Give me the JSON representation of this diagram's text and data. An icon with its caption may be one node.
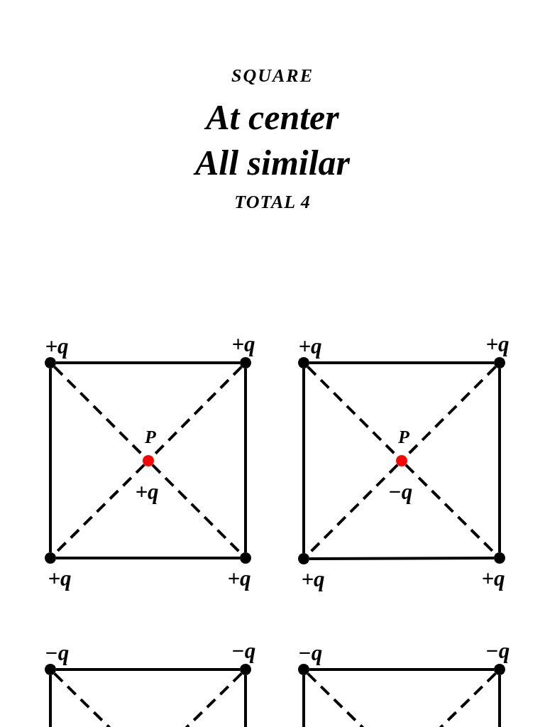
{
  "diagram": {
    "title": "SQUARE",
    "nodes": [
      {
        "text": [
          "+q"
        ]
      },
      {
        "text": [
          "+q"
        ]
      },
      {
        "text": [
          "P",
          "+q"
        ]
      },
      {
        "text": [
          "+q"
        ]
      },
      {
        "text": [
          "+q"
        ]
      },
      {
        "text": [
          "+q"
        ]
      },
      {
        "text": [
          "+q"
        ]
      },
      {
        "text": [
          "P",
          "−q"
        ]
      },
      {
        "text": [
          "+q"
        ]
      },
      {
        "text": [
          "+q"
        ]
      },
      {
        "text": [
          "−q"
        ]
      },
      {
        "text": [
          "−q"
        ]
      },
      {
        "text": [
          "−q"
        ]
      },
      {
        "text": [
          "−q"
        ]
      }
    ],
    "edges": [
      {
        "from": 0,
        "to": 1,
        "arrow": "none"
      },
      {
        "from": 1,
        "to": 4,
        "arrow": "none"
      },
      {
        "from": 4,
        "to": 3,
        "arrow": "none"
      },
      {
        "from": 3,
        "to": 0,
        "arrow": "none"
      },
      {
        "from": 0,
        "to": 2,
        "arrow": "none",
        "style": "dashed"
      },
      {
        "from": 2,
        "to": 4,
        "arrow": "none",
        "style": "dashed"
      },
      {
        "from": 1,
        "to": 2,
        "arrow": "none",
        "style": "dashed"
      },
      {
        "from": 2,
        "to": 3,
        "arrow": "none",
        "style": "dashed"
      },
      {
        "from": 5,
        "to": 6,
        "arrow": "none"
      },
      {
        "from": 6,
        "to": 9,
        "arrow": "none"
      },
      {
        "from": 9,
        "to": 8,
        "arrow": "none"
      },
      {
        "from": 8,
        "to": 5,
        "arrow": "none"
      },
      {
        "from": 5,
        "to": 7,
        "arrow": "none",
        "style": "dashed"
      },
      {
        "from": 7,
        "to": 9,
        "arrow": "none",
        "style": "dashed"
      },
      {
        "from": 6,
        "to": 7,
        "arrow": "none",
        "style": "dashed"
      },
      {
        "from": 7,
        "to": 8,
        "arrow": "none",
        "style": "dashed"
      },
      {
        "from": 10,
        "to": 11,
        "arrow": "none"
      },
      {
        "from": 10,
        "to": null,
        "arrow": "none"
      },
      {
        "from": 11,
        "to": null,
        "arrow": "none"
      },
      {
        "from": 10,
        "to": null,
        "arrow": "none",
        "style": "dashed"
      },
      {
        "from": 11,
        "to": null,
        "arrow": "none",
        "style": "dashed"
      },
      {
        "from": 12,
        "to": 13,
        "arrow": "none"
      },
      {
        "from": 12,
        "to": null,
        "arrow": "none"
      },
      {
        "from": 13,
        "to": null,
        "arrow": "none"
      },
      {
        "from": 12,
        "to": null,
        "arrow": "none",
        "style": "dashed"
      },
      {
        "from": 13,
        "to": null,
        "arrow": "none",
        "style": "dashed"
      }
    ],
    "labels": [
      "At center",
      "All similar",
      "TOTAL 4"
    ]
  }
}
